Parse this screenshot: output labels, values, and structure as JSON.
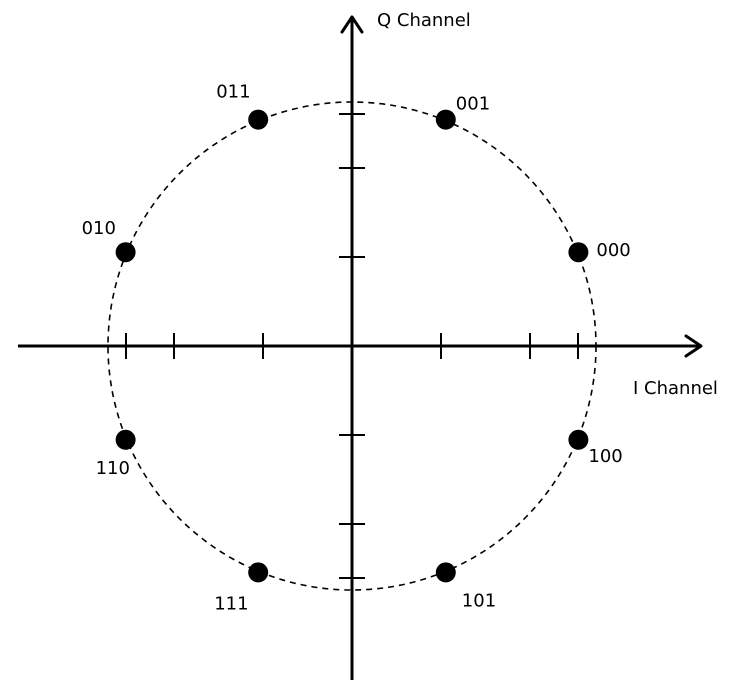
{
  "axes": {
    "i_label": "I Channel",
    "q_label": "Q Channel"
  },
  "constellation": {
    "ticks_per_axis": 2,
    "symbols": [
      {
        "bits": "000",
        "angle_deg": 22.5
      },
      {
        "bits": "001",
        "angle_deg": 67.5
      },
      {
        "bits": "011",
        "angle_deg": 112.5
      },
      {
        "bits": "010",
        "angle_deg": 157.5
      },
      {
        "bits": "110",
        "angle_deg": 202.5
      },
      {
        "bits": "111",
        "angle_deg": 247.5
      },
      {
        "bits": "101",
        "angle_deg": 292.5
      },
      {
        "bits": "100",
        "angle_deg": 337.5
      }
    ]
  }
}
